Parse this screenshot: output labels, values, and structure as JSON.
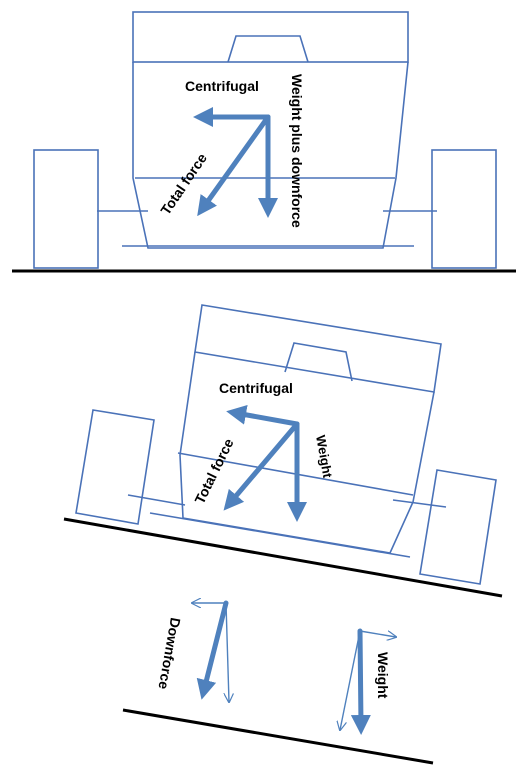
{
  "colors": {
    "outline": "#4a72b8",
    "arrow": "#4f81bd",
    "ground": "#000000",
    "text": "#000000"
  },
  "diagram1": {
    "label_centrifugal": "Centrifugal",
    "label_weight_plus_downforce": "Weight plus downforce",
    "label_total_force": "Total force"
  },
  "diagram2": {
    "label_centrifugal": "Centrifugal",
    "label_weight": "Weight",
    "label_total_force": "Total force"
  },
  "diagram3": {
    "label_downforce": "Downforce",
    "label_weight": "Weight"
  }
}
